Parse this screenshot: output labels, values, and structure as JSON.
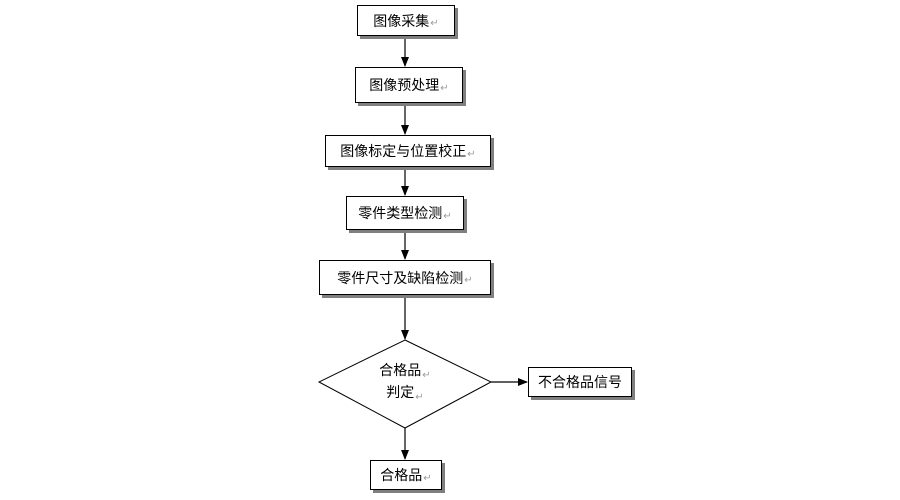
{
  "diagram": {
    "steps": [
      {
        "id": "n1",
        "text": "图像采集"
      },
      {
        "id": "n2",
        "text": "图像预处理"
      },
      {
        "id": "n3",
        "text": "图像标定与位置校正"
      },
      {
        "id": "n4",
        "text": "零件类型检测"
      },
      {
        "id": "n5",
        "text": "零件尺寸及缺陷检测"
      }
    ],
    "decision": {
      "line1": "合格品",
      "line2": "判定"
    },
    "reject": {
      "text": "不合格品信号"
    },
    "accept": {
      "text": "合格品"
    },
    "return_mark": "↵"
  }
}
